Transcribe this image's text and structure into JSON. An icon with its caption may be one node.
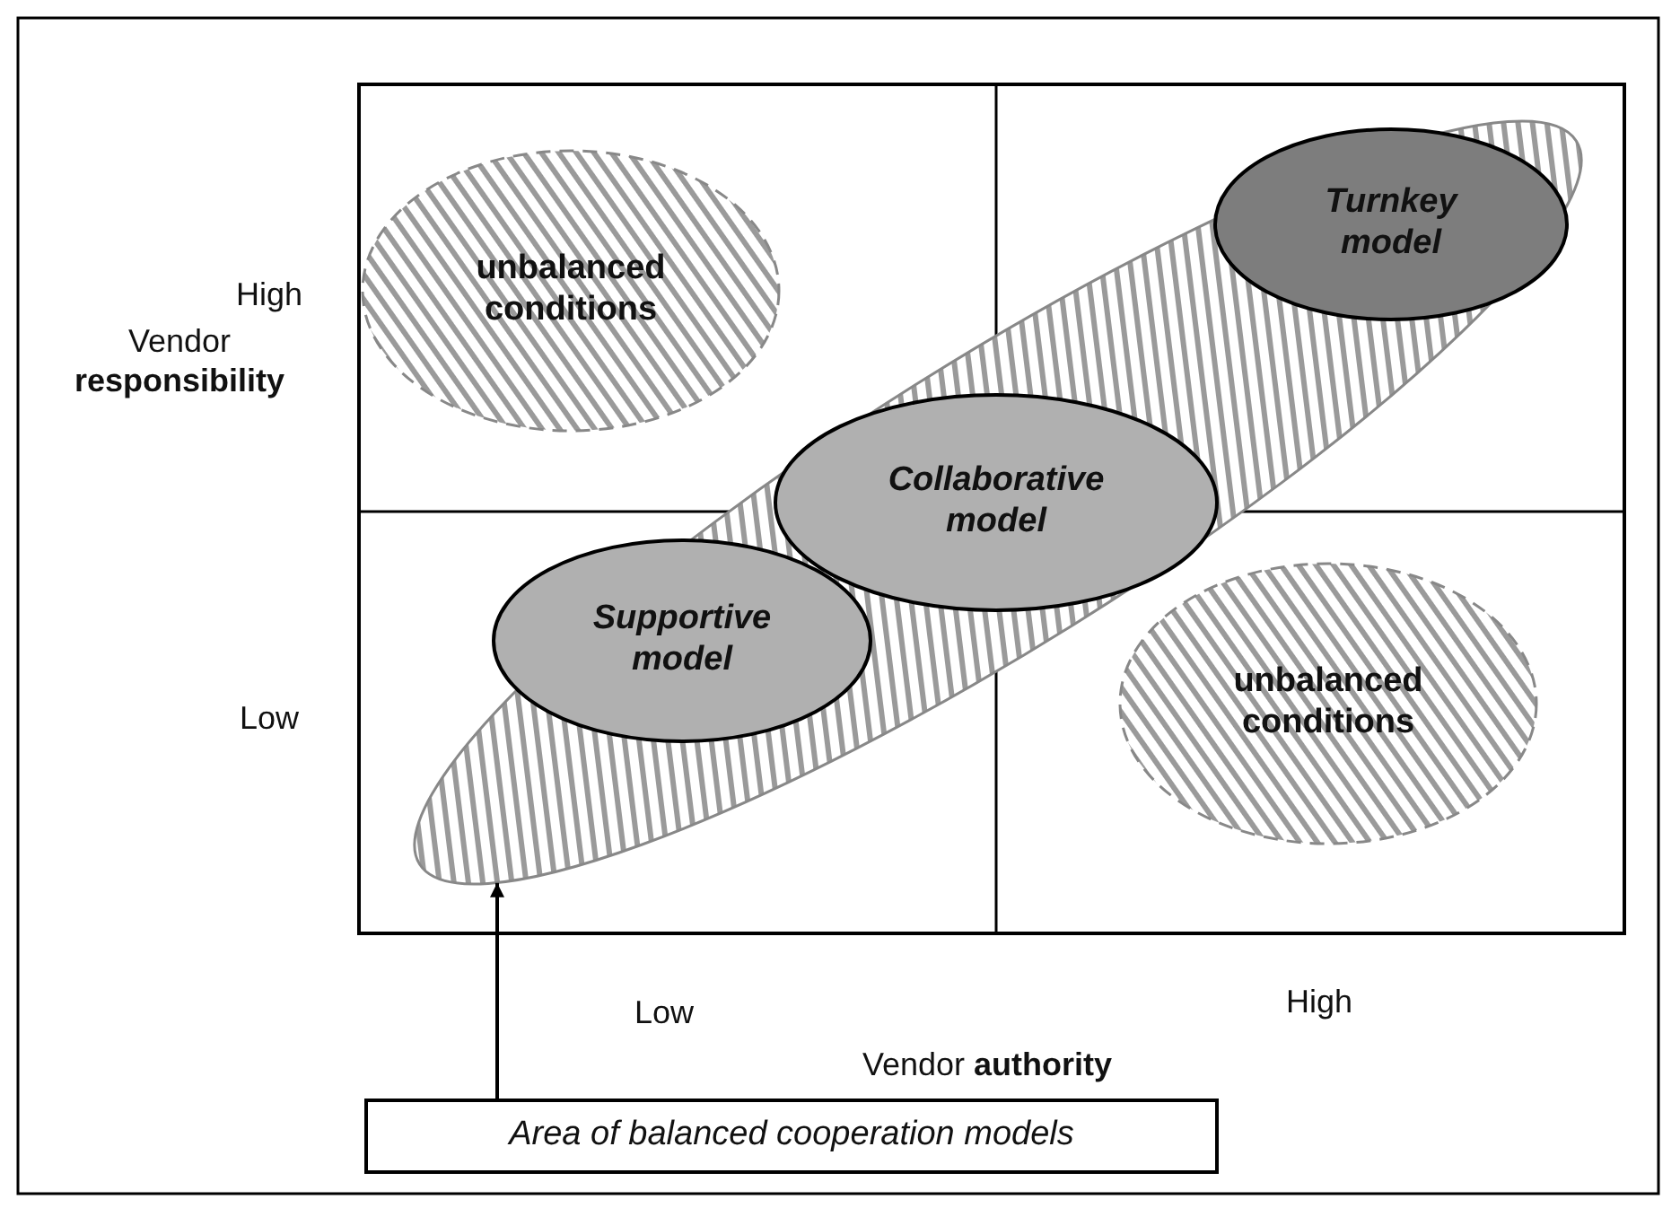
{
  "diagram": {
    "nodes": [
      {
        "text": [],
        "shape": "ellipse"
      },
      {
        "text": [
          "unbalanced conditions"
        ]
      },
      {
        "text": [
          "Turnkey model"
        ],
        "in": 0
      },
      {
        "text": [
          "Collaborative model"
        ],
        "in": 0
      },
      {
        "text": [
          "Supportive model"
        ],
        "in": 0
      },
      {
        "text": [
          "unbalanced conditions"
        ]
      },
      {
        "text": [
          "Area of balanced cooperation models"
        ]
      }
    ],
    "edges": [
      {
        "from": 6,
        "to": 0,
        "arrow": "to"
      }
    ],
    "labels": [
      "High",
      "Vendor **responsibility**",
      "Low",
      "Low",
      "High",
      "Vendor **authority**"
    ]
  }
}
